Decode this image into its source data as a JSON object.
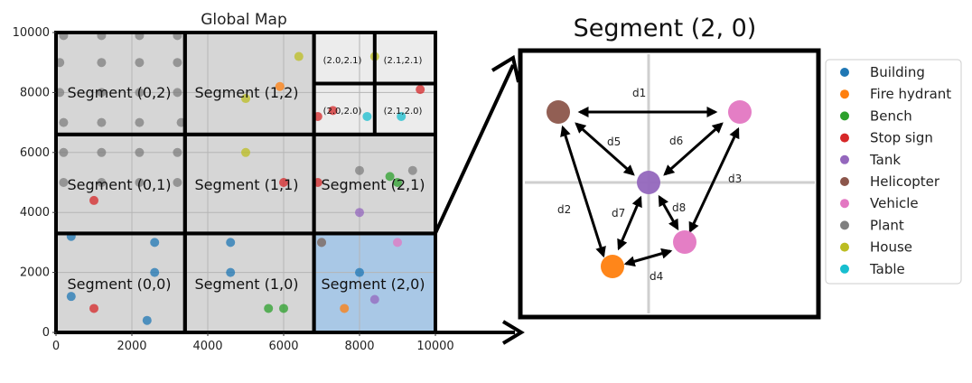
{
  "global_map": {
    "title": "Global Map",
    "x_ticks": [
      "0",
      "2000",
      "4000",
      "6000",
      "8000",
      "10000"
    ],
    "y_ticks": [
      "0",
      "2000",
      "4000",
      "6000",
      "8000",
      "10000"
    ],
    "segments": [
      {
        "label": "Segment (0,0)"
      },
      {
        "label": "Segment (1,0)"
      },
      {
        "label": "Segment (2,0)"
      },
      {
        "label": "Segment (0,1)"
      },
      {
        "label": "Segment (1,1)"
      },
      {
        "label": "Segment (2,1)"
      },
      {
        "label": "Segment (0,2)"
      },
      {
        "label": "Segment (1,2)"
      }
    ],
    "sub_segments": [
      {
        "label": "(2.0,2.1)"
      },
      {
        "label": "(2.1,2.1)"
      },
      {
        "label": "(2.0,2.0)"
      },
      {
        "label": "(2.1,2.0)"
      }
    ],
    "highlight_color": "#a9c8e6",
    "cell_color": "#d6d6d6"
  },
  "zoom": {
    "title": "Segment (2, 0)",
    "distance_labels": [
      "d1",
      "d2",
      "d3",
      "d4",
      "d5",
      "d6",
      "d7",
      "d8"
    ]
  },
  "legend": [
    {
      "label": "Building",
      "color": "#1f77b4"
    },
    {
      "label": "Fire hydrant",
      "color": "#ff7f0e"
    },
    {
      "label": "Bench",
      "color": "#2ca02c"
    },
    {
      "label": "Stop sign",
      "color": "#d62728"
    },
    {
      "label": "Tank",
      "color": "#9467bd"
    },
    {
      "label": "Helicopter",
      "color": "#8c564b"
    },
    {
      "label": "Vehicle",
      "color": "#e377c2"
    },
    {
      "label": "Plant",
      "color": "#7f7f7f"
    },
    {
      "label": "House",
      "color": "#bcbd22"
    },
    {
      "label": "Table",
      "color": "#17becf"
    }
  ],
  "chart_data": {
    "type": "scatter",
    "title": "Global Map",
    "xlim": [
      0,
      10000
    ],
    "ylim": [
      0,
      10000
    ],
    "grid": true,
    "series": [
      {
        "name": "Building",
        "points": [
          [
            400,
            3200
          ],
          [
            2600,
            3000
          ],
          [
            2600,
            2000
          ],
          [
            400,
            1200
          ],
          [
            2400,
            400
          ],
          [
            4600,
            3000
          ],
          [
            4600,
            2000
          ],
          [
            8000,
            2000
          ]
        ]
      },
      {
        "name": "Fire hydrant",
        "points": [
          [
            5900,
            8200
          ],
          [
            7600,
            800
          ]
        ]
      },
      {
        "name": "Bench",
        "points": [
          [
            8800,
            5200
          ],
          [
            9000,
            5000
          ],
          [
            5600,
            800
          ],
          [
            6000,
            800
          ]
        ]
      },
      {
        "name": "Stop sign",
        "points": [
          [
            1000,
            4400
          ],
          [
            6000,
            5000
          ],
          [
            6900,
            5000
          ],
          [
            9600,
            8100
          ],
          [
            7300,
            7400
          ],
          [
            6900,
            7200
          ],
          [
            1000,
            800
          ]
        ]
      },
      {
        "name": "Tank",
        "points": [
          [
            8000,
            4000
          ],
          [
            8400,
            1100
          ]
        ]
      },
      {
        "name": "Helicopter",
        "points": [
          [
            7000,
            3000
          ]
        ]
      },
      {
        "name": "Vehicle",
        "points": [
          [
            9000,
            3000
          ]
        ]
      },
      {
        "name": "Plant",
        "points": [
          [
            200,
            9900
          ],
          [
            1200,
            9900
          ],
          [
            2200,
            9900
          ],
          [
            3200,
            9900
          ],
          [
            100,
            9000
          ],
          [
            1200,
            9000
          ],
          [
            2200,
            9000
          ],
          [
            3200,
            9000
          ],
          [
            100,
            8000
          ],
          [
            1200,
            8000
          ],
          [
            2200,
            8000
          ],
          [
            3200,
            8000
          ],
          [
            200,
            7000
          ],
          [
            1200,
            7000
          ],
          [
            2200,
            7000
          ],
          [
            3300,
            7000
          ],
          [
            200,
            6000
          ],
          [
            1200,
            6000
          ],
          [
            2200,
            6000
          ],
          [
            3200,
            6000
          ],
          [
            200,
            5000
          ],
          [
            1200,
            5000
          ],
          [
            2200,
            5000
          ],
          [
            3200,
            5000
          ],
          [
            8000,
            5400
          ],
          [
            9400,
            5400
          ],
          [
            7000,
            3000
          ]
        ]
      },
      {
        "name": "House",
        "points": [
          [
            6400,
            9200
          ],
          [
            5000,
            7800
          ],
          [
            5000,
            6000
          ],
          [
            8400,
            9200
          ]
        ]
      },
      {
        "name": "Table",
        "points": [
          [
            8200,
            7200
          ],
          [
            9100,
            7200
          ]
        ]
      }
    ]
  }
}
